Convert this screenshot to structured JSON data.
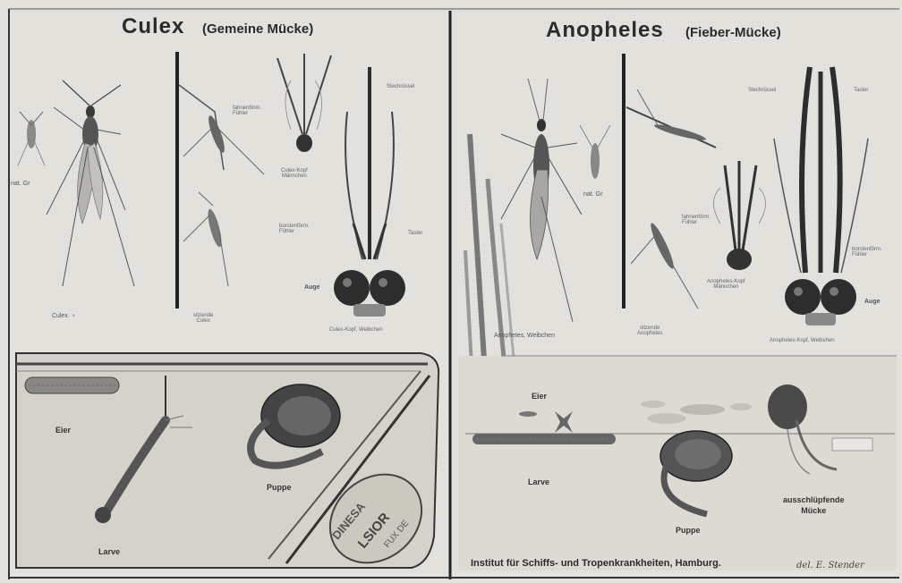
{
  "culex": {
    "title": "Culex",
    "subtitle": "(Gemeine Mücke)",
    "labels": {
      "nat_gr": "nat. Gr",
      "culex_w": "Culex. ♀",
      "sitzende": "sitzende\nCulex",
      "kopf_mann": "Culex-Kopf\nMännchen",
      "stechruessel": "Stechrüssel",
      "borsten": "borstenförm.\nFühler",
      "taster": "Taster",
      "auge": "Auge",
      "kopf_weib": "Culex-Kopf, Weibchen",
      "eier": "Eier",
      "larve": "Larve",
      "puppe": "Puppe",
      "fahnen": "fahnenförm.\nFühler"
    }
  },
  "anopheles": {
    "title": "Anopheles",
    "subtitle": "(Fieber-Mücke)",
    "labels": {
      "nat_gr": "nat. Gr",
      "weibchen": "Anopheles, Weibchen",
      "sitzende": "sitzende\nAnopheles",
      "kopf_mann": "Anopheles-Kopf\nMännchen",
      "stechruessel": "Stechrüssel",
      "taster": "Taster",
      "borsten": "borstenförm.\nFühler",
      "auge": "Auge",
      "kopf_weib": "Anopheles-Kopf, Weibchen",
      "eier": "Eier",
      "larve": "Larve",
      "puppe": "Puppe",
      "ausschl": "ausschlüpfende\nMücke",
      "fahnen": "fahnenförm.\nFühler"
    }
  },
  "credit": "Institut für Schiffs- und Tropenkrankheiten, Hamburg.",
  "signature": "del. E. Stender",
  "jar_text": {
    "line1": "DINESA",
    "line2": "LSIOR",
    "line3": "FUX DE"
  }
}
